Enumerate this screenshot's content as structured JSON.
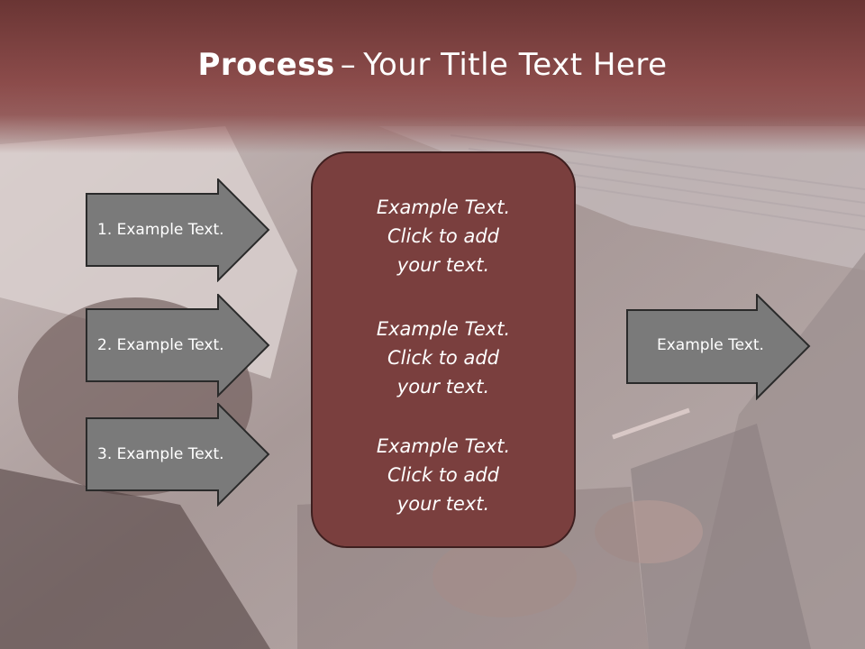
{
  "title": {
    "bold": "Process",
    "dash": "–",
    "rest": "Your Title Text Here"
  },
  "left_steps": [
    {
      "label": "1. Example Text."
    },
    {
      "label": "2. Example Text."
    },
    {
      "label": "3. Example Text."
    }
  ],
  "center_box": {
    "blocks": [
      {
        "l1": "Example Text.",
        "l2": "Click  to add",
        "l3": "your text."
      },
      {
        "l1": "Example Text.",
        "l2": "Click  to add",
        "l3": "your text."
      },
      {
        "l1": "Example Text.",
        "l2": "Click  to add",
        "l3": "your text."
      }
    ]
  },
  "right_step": {
    "label": "Example Text."
  },
  "colors": {
    "header": "#8c4c4b",
    "arrow_fill": "#7a7a7a",
    "box_fill": "#7a3f3e"
  }
}
